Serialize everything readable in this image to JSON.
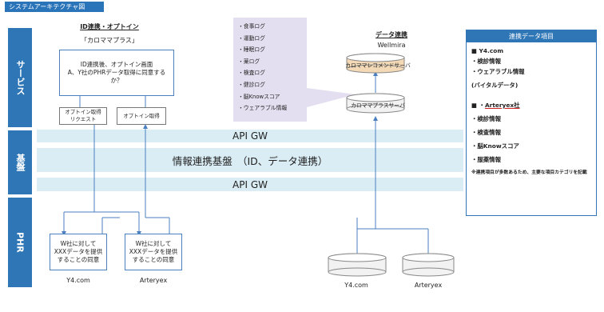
{
  "title": "システムアーキテクチャ図",
  "bands": {
    "service": "サービス",
    "base": "基盤",
    "phr": "PHR"
  },
  "gateway": {
    "top": "API GW",
    "middle": "情報連携基盤　（ID、データ連携）",
    "bottom": "API GW"
  },
  "id_section": {
    "heading": "ID連携・オプトイン",
    "app_name": "「カロママプラス」",
    "screen_text": "ID連携後、オプトイン画面\nA、Y社のPHRデータ取得に同意するか？",
    "optin_request": "オプトイン取得\nリクエスト",
    "optin_get": "オプトイン取得"
  },
  "consent_boxes": [
    {
      "text": "W社に対して\nXXXデータを提供\nすることの同意",
      "label": "Y4.com"
    },
    {
      "text": "W社に対して\nXXXデータを提供\nすることの同意",
      "label": "Arteryex"
    }
  ],
  "callout_items": [
    "・食事ログ",
    "・運動ログ",
    "・睡眠ログ",
    "・薬ログ",
    "・検査ログ",
    "・健診ログ",
    "・脳Knowスコア",
    "・ウェアラブル情報"
  ],
  "data_section": {
    "heading": "データ連携",
    "subheading": "Wellmira",
    "server_top": "カロママレコメンドサーバ",
    "server_bottom": "カロママプラスサーバ",
    "db_left": "Y4.com",
    "db_right": "Arteryex"
  },
  "right_panel": {
    "header": "連携データ項目",
    "group1_title": "■ Y4.com",
    "group1_items": [
      "・検診情報",
      "・ウェアラブル情報",
      "(バイタルデータ)"
    ],
    "group2_bullet": "■ ・",
    "group2_title": "Arteryex社",
    "group2_items": [
      "・検診情報",
      "・検査情報",
      "・脳Knowスコア",
      "・服薬情報"
    ],
    "note": "※連携項目が多数あるため、主要な項目カテゴリを記載"
  }
}
